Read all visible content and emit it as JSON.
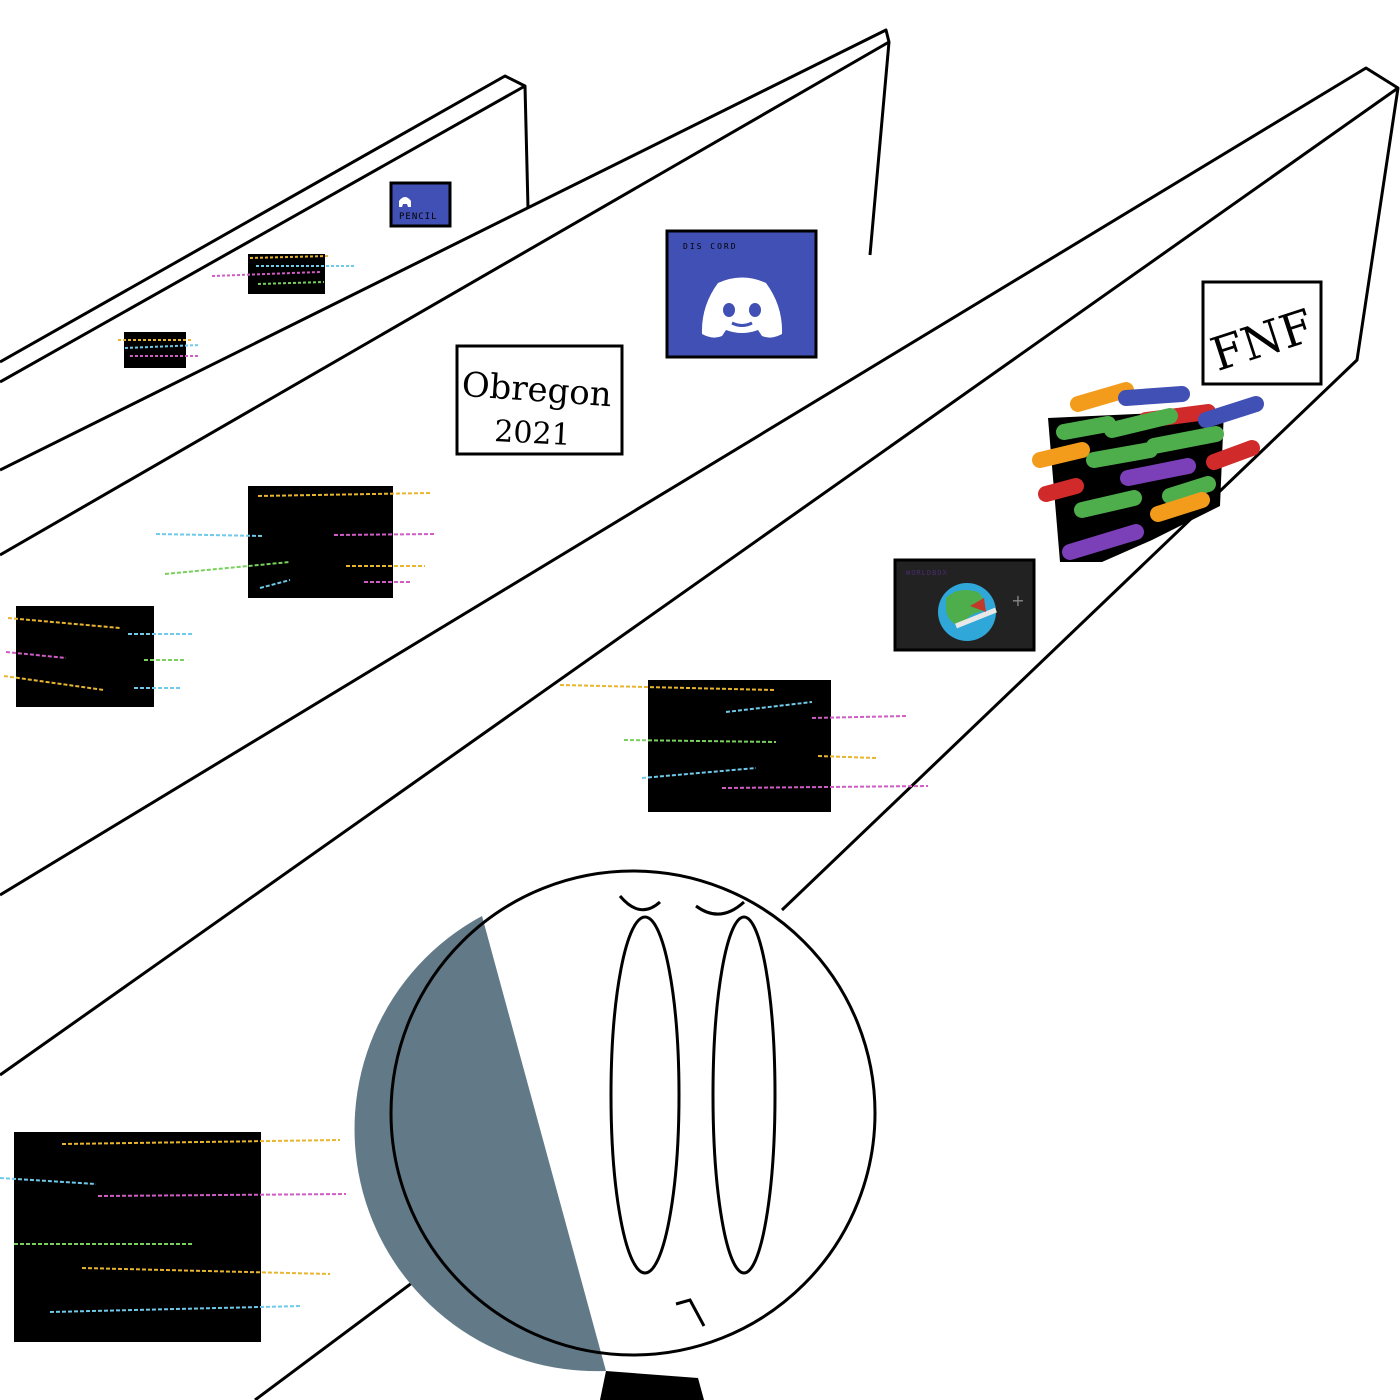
{
  "colors": {
    "background": "#ffffff",
    "ink": "#000000",
    "discord_blue": "#4150b4",
    "shade_grey": "#627a88",
    "dark_card": "#222222",
    "ocean_blue": "#2fa7d8",
    "land_green": "#4fae4c",
    "card_black": "#000000"
  },
  "cards": {
    "discord_small_label": "PENCIL",
    "discord_large_label": "DIS CORD",
    "obregon_line1": "Obregon",
    "obregon_line2": "2021",
    "fnf_label": "FNF",
    "world_label": "WORLDBOX",
    "world_plus": "+"
  },
  "icons": {
    "discord_logo": "discord-logo-icon",
    "globe": "globe-icon"
  }
}
